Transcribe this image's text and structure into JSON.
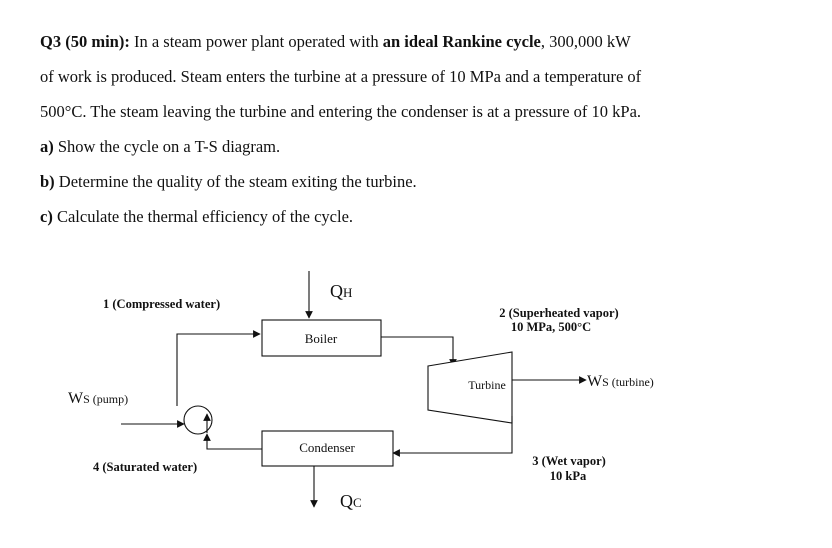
{
  "question": {
    "heading": "Q3 (50 min):",
    "line1_pre": "In a steam power plant operated with",
    "line1_bold": "an ideal Rankine cycle",
    "line1_post": ", 300,000 kW",
    "line2": "of work is produced. Steam enters the turbine at a pressure of 10 MPa and a temperature of",
    "line3": "500°C. The steam leaving the turbine and entering the condenser is at a pressure of 10 kPa.",
    "part_a_label": "a)",
    "part_a_text": "Show the cycle on a T-S diagram.",
    "part_b_label": "b)",
    "part_b_text": "Determine the quality of the steam exiting the turbine.",
    "part_c_label": "c)",
    "part_c_text": "Calculate the thermal efficiency of the cycle."
  },
  "diagram": {
    "qh_main": "Q",
    "qh_sub": "H",
    "qc_main": "Q",
    "qc_sub": "C",
    "boiler_label": "Boiler",
    "condenser_label": "Condenser",
    "turbine_label": "Turbine",
    "state1_label": "1 (Compressed water)",
    "state2_line1": "2 (Superheated vapor)",
    "state2_line2": "10 MPa, 500°C",
    "state3_line1": "3 (Wet vapor)",
    "state3_line2": "10 kPa",
    "state4_label": "4 (Saturated water)",
    "ws_turbine_main": "W",
    "ws_turbine_sub": "S (turbine)",
    "ws_pump_main": "W",
    "ws_pump_sub": "S (pump)"
  }
}
